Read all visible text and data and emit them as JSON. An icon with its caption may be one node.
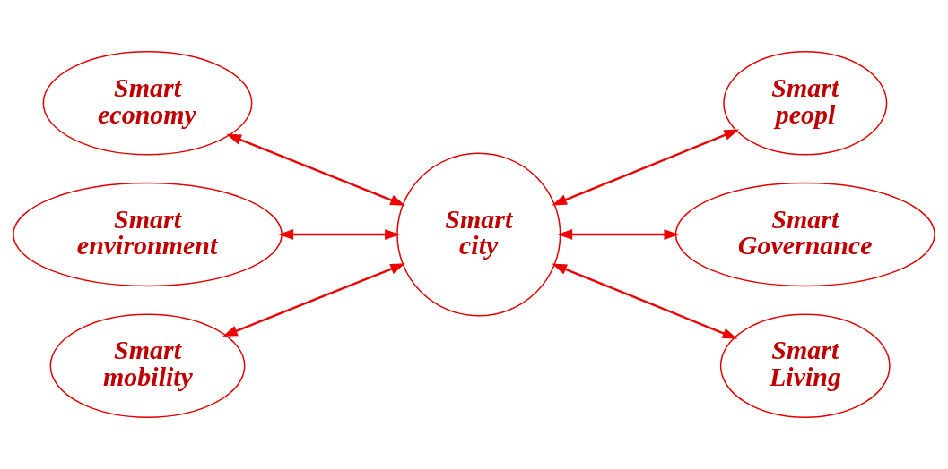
{
  "diagram": {
    "nodes": [
      {
        "text": [
          "Smart city"
        ]
      },
      {
        "text": [
          "Smart economy"
        ]
      },
      {
        "text": [
          "Smart environment"
        ]
      },
      {
        "text": [
          "Smart mobility"
        ]
      },
      {
        "text": [
          "Smart peopl"
        ]
      },
      {
        "text": [
          "Smart Governance"
        ]
      },
      {
        "text": [
          "Smart Living"
        ]
      }
    ],
    "edges": [
      {
        "from": 1,
        "to": 0,
        "arrow": "both"
      },
      {
        "from": 2,
        "to": 0,
        "arrow": "both"
      },
      {
        "from": 3,
        "to": 0,
        "arrow": "both"
      },
      {
        "from": 0,
        "to": 4,
        "arrow": "both"
      },
      {
        "from": 0,
        "to": 5,
        "arrow": "both"
      },
      {
        "from": 0,
        "to": 6,
        "arrow": "both"
      }
    ]
  }
}
